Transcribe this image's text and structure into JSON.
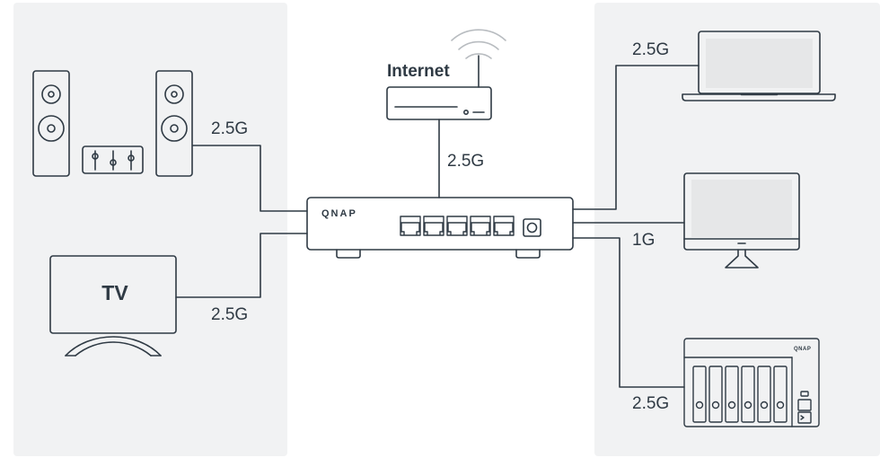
{
  "labels": {
    "internet": "Internet",
    "tv": "TV",
    "switch_brand": "QNAP",
    "nas_brand": "QNAP"
  },
  "links": {
    "audio": "2.5G",
    "tv": "2.5G",
    "router": "2.5G",
    "laptop": "2.5G",
    "monitor": "1G",
    "nas": "2.5G"
  },
  "colors": {
    "stroke": "#2f3a44",
    "panel": "#f1f2f3",
    "screen": "#e6e7e8",
    "wifi": "#b8bcc0"
  },
  "icons": [
    "speaker-icon",
    "mixer-icon",
    "tv-icon",
    "router-icon",
    "wifi-icon",
    "switch-icon",
    "laptop-icon",
    "monitor-icon",
    "nas-icon"
  ]
}
